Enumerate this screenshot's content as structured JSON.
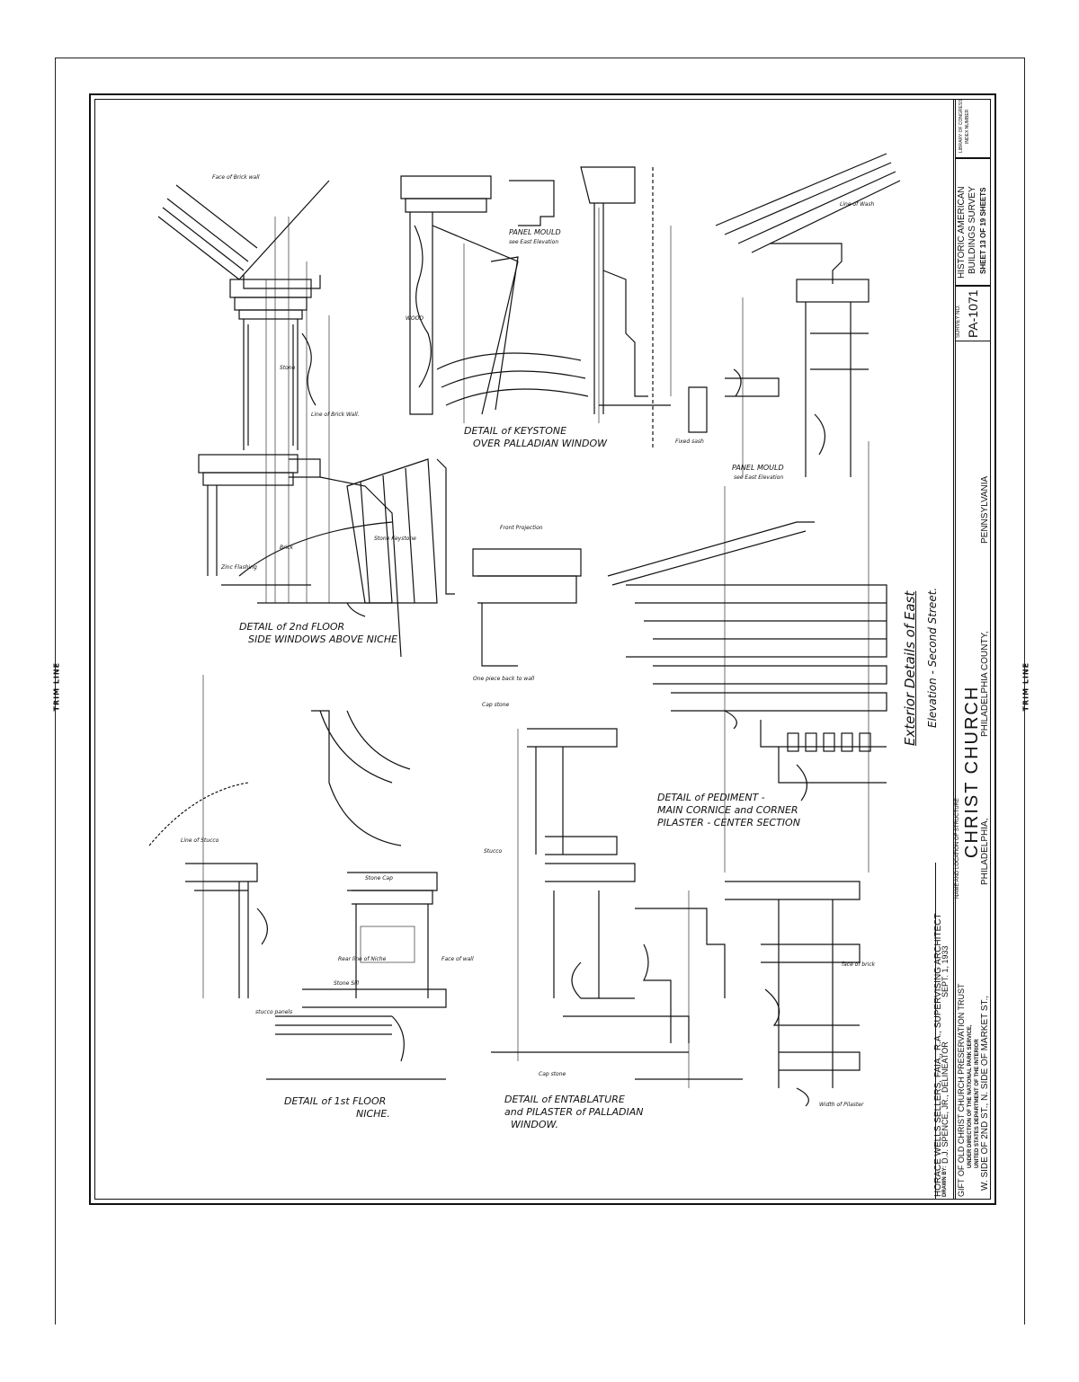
{
  "trim_lines": {
    "left_label": "TRIM LINE",
    "right_label": "TRIM LINE"
  },
  "sheet_title": {
    "main": "Exterior Details of East",
    "sub": "Elevation - Second Street."
  },
  "details": {
    "keystone": "DETAIL of KEYSTONE",
    "keystone_sub": "OVER PALLADIAN WINDOW",
    "panel_mould_top": "PANEL MOULD",
    "panel_mould_top_sub": "see East Elevation",
    "panel_mould_right": "PANEL MOULD",
    "panel_mould_right_sub": "see East Elevation",
    "second_floor": "DETAIL of 2nd FLOOR",
    "second_floor_sub": "SIDE WINDOWS ABOVE NICHE",
    "pediment": "DETAIL of PEDIMENT -",
    "pediment_sub1": "MAIN CORNICE and CORNER",
    "pediment_sub2": "PILASTER - CENTER SECTION",
    "first_floor": "DETAIL of 1st FLOOR",
    "first_floor_sub": "NICHE.",
    "entablature": "DETAIL of ENTABLATURE",
    "entablature_sub1": "and PILASTER of PALLADIAN",
    "entablature_sub2": "WINDOW."
  },
  "notes": {
    "face_brick_wall": "Face of Brick wall",
    "line_of_brick_wall": "Line of Brick Wall.",
    "wood": "WOOD",
    "line_of_wash": "Line of Wash",
    "stone_keystone": "Stone Keystone",
    "zinc_flashing": "Zinc Flashing",
    "stone_cap": "Stone Cap",
    "stone_sill": "Stone Sill",
    "rear_line_niche": "Rear line of Niche",
    "face_of_wall": "Face of wall",
    "line_of_stucco": "Line of Stucco",
    "cap_stone": "Cap stone",
    "cap_stone_2": "Cap stone",
    "stucco": "Stucco",
    "stucco_panels": "stucco panels",
    "front_projection": "Front Projection",
    "fixed_sash": "Fixed sash",
    "one_piece": "One piece back to wall",
    "face_of_brick": "face of brick",
    "width_of_pilaster": "Width of Pilaster",
    "stone": "Stone",
    "brick": "Brick"
  },
  "title_block": {
    "architect": "HORACE WELLS SELLERS, FAIA., R.A., SUPERVISING ARCHITECT",
    "drawn_by_label": "DRAWN BY:",
    "drawn_by": "D.J. SPENCE, JR., DELINEATOR",
    "date": "SEPT. 1, 1933",
    "gift": "GIFT OF OLD CHRIST CHURCH PRESERVATION TRUST",
    "direction_1": "UNDER DIRECTION OF THE NATIONAL PARK SERVICE,",
    "direction_2": "UNITED STATES DEPARTMENT OF THE INTERIOR",
    "name_label": "NAME AND LOCATION OF STRUCTURE",
    "structure": "CHRIST CHURCH",
    "location_1": "W. SIDE OF 2ND ST., N. SIDE OF MARKET ST.,",
    "location_2": "PHILADELPHIA,",
    "location_3": "PHILADELPHIA COUNTY,",
    "location_4": "PENNSYLVANIA",
    "survey_label": "SURVEY NO.",
    "survey_no": "PA-1071",
    "habs_1": "HISTORIC AMERICAN",
    "habs_2": "BUILDINGS SURVEY",
    "sheet": "SHEET 13 OF 19 SHEETS",
    "loc_1": "LIBRARY OF CONGRESS",
    "loc_2": "INDEX NUMBER"
  }
}
